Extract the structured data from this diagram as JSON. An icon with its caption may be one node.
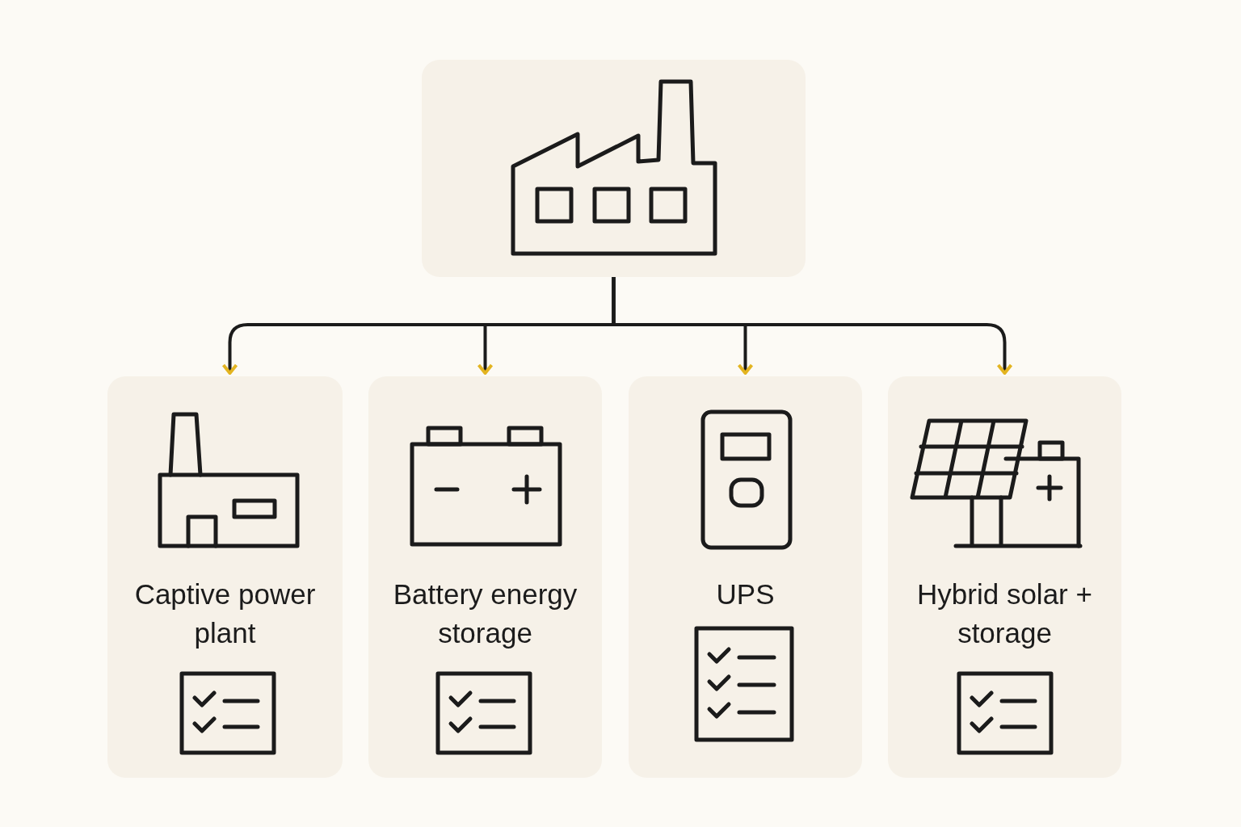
{
  "diagram": {
    "nodes": [
      {
        "text": [],
        "shape": "box"
      },
      {
        "text": [
          "Captive power plant"
        ]
      },
      {
        "text": [
          "Battery energy storage"
        ]
      },
      {
        "text": [
          "UPS"
        ]
      },
      {
        "text": [
          "Hybrid solar + storage"
        ]
      }
    ],
    "edges": [
      {
        "from": 0,
        "to": 1,
        "arrow": "to"
      },
      {
        "from": 0,
        "to": 2,
        "arrow": "to"
      },
      {
        "from": 0,
        "to": 3,
        "arrow": "to"
      },
      {
        "from": 0,
        "to": 4,
        "arrow": "to"
      }
    ]
  }
}
